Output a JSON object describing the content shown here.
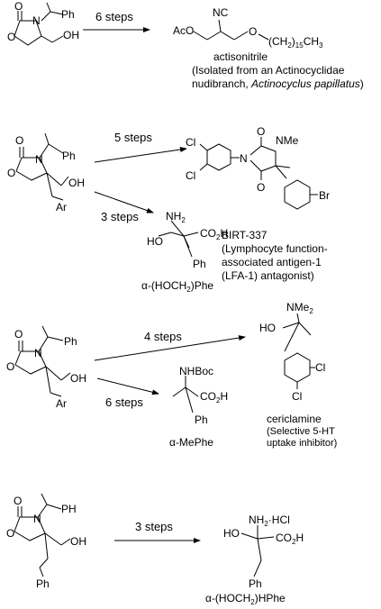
{
  "rows": [
    {
      "steps": "6 steps",
      "start": {
        "Ph": "Ph",
        "N": "N",
        "O_carbonyl": "O",
        "O_ring": "O",
        "OH": "OH"
      },
      "product": {
        "AcO": "AcO",
        "NC": "NC",
        "O": "O",
        "chain_main": "(CH",
        "chain_sub1": "2",
        "chain_close": ")",
        "chain_sub2": "15",
        "chain_end": "CH",
        "chain_sub3": "3",
        "name": "actisonitrile",
        "note_1": "(Isolated from an Actinocyclidae",
        "note_2_plain": "nudibranch, ",
        "note_2_italic": "Actinocyclus papillatus",
        "note_2_end": ")"
      }
    },
    {
      "steps_a": "5 steps",
      "steps_b": "3 steps",
      "start": {
        "Ph": "Ph",
        "N": "N",
        "O_carbonyl": "O",
        "O_ring": "O",
        "OH": "OH",
        "Ar": "Ar"
      },
      "product_a": {
        "Cl_top": "Cl",
        "Cl_bottom": "Cl",
        "N": "N",
        "NMe": "NMe",
        "O_top": "O",
        "O_bottom": "O",
        "Br": "Br",
        "name": "BIRT-337",
        "note_1": "(Lymphocyte function-",
        "note_2": "associated antigen-1",
        "note_3": "(LFA-1) antagonist)"
      },
      "product_b": {
        "NH2": "NH",
        "NH2_sub": "2",
        "HO": "HO",
        "CO2H": "CO",
        "CO2H_sub": "2",
        "CO2H_end": "H",
        "Ph": "Ph",
        "name_pre": "α-(HOCH",
        "name_sub": "2",
        "name_post": ")Phe"
      }
    },
    {
      "steps_a": "4 steps",
      "steps_b": "6 steps",
      "start": {
        "Ph": "Ph",
        "N": "N",
        "O_carbonyl": "O",
        "O_ring": "O",
        "OH": "OH",
        "Ar": "Ar"
      },
      "product_a": {
        "NMe2": "NMe",
        "NMe2_sub": "2",
        "HO": "HO",
        "Cl_1": "Cl",
        "Cl_2": "Cl",
        "name": "cericlamine",
        "note_1": "(Selective 5-HT",
        "note_2": "uptake inhibitor)"
      },
      "product_b": {
        "NHBoc": "NHBoc",
        "CO2H": "CO",
        "CO2H_sub": "2",
        "CO2H_end": "H",
        "Ph": "Ph",
        "name": "α-MePhe"
      }
    },
    {
      "steps": "3 steps",
      "start": {
        "PH": "PH",
        "N": "N",
        "O_carbonyl": "O",
        "O_ring": "O",
        "OH": "OH",
        "Ph": "Ph"
      },
      "product": {
        "NH2HCl_pre": "NH",
        "NH2HCl_sub": "2",
        "NH2HCl_post": "·HCl",
        "HO": "HO",
        "CO2H": "CO",
        "CO2H_sub": "2",
        "CO2H_end": "H",
        "Ph": "Ph",
        "name_pre": "α-(HOCH",
        "name_sub": "2",
        "name_post": ")HPhe"
      }
    }
  ]
}
